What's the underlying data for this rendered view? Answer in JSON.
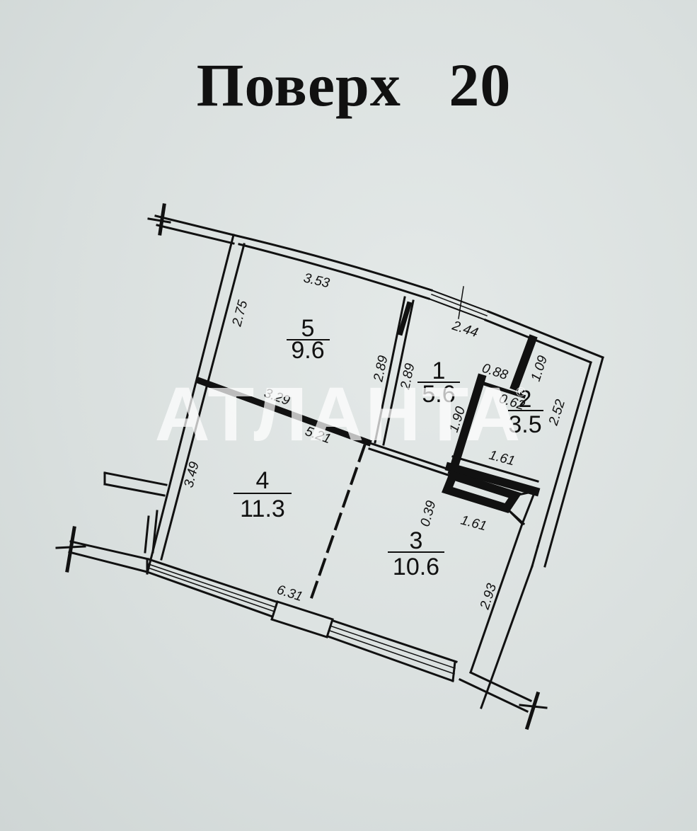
{
  "title": {
    "label": "Поверх",
    "number": "20"
  },
  "rooms": [
    {
      "id": "5",
      "area": "9.6"
    },
    {
      "id": "1",
      "area": "5.6"
    },
    {
      "id": "2",
      "area": "3.5"
    },
    {
      "id": "4",
      "area": "11.3"
    },
    {
      "id": "3",
      "area": "10.6"
    }
  ],
  "dimensions": {
    "top_room5": "3.53",
    "left_room5": "2.75",
    "room5_right_a": "2.89",
    "room5_right_b": "2.89",
    "top_room1": "2.44",
    "room2_top": "0.88",
    "room2_right_top": "1.09",
    "room2_inner": "0.62",
    "room2_right": "2.52",
    "room1_low": "1.90",
    "partition_a": "3.29",
    "partition_b": "5.21",
    "room4_left": "3.49",
    "bottom_wall": "6.31",
    "room2_bottom": "1.61",
    "room3_top": "1.61",
    "room3_small": "0.39",
    "room3_right": "2.93"
  },
  "watermark": {
    "text": "АТЛАНТА",
    "mark": "®"
  },
  "colors": {
    "ink": "#111111",
    "paper": "#dde3e2",
    "watermark": "#ffffff"
  }
}
